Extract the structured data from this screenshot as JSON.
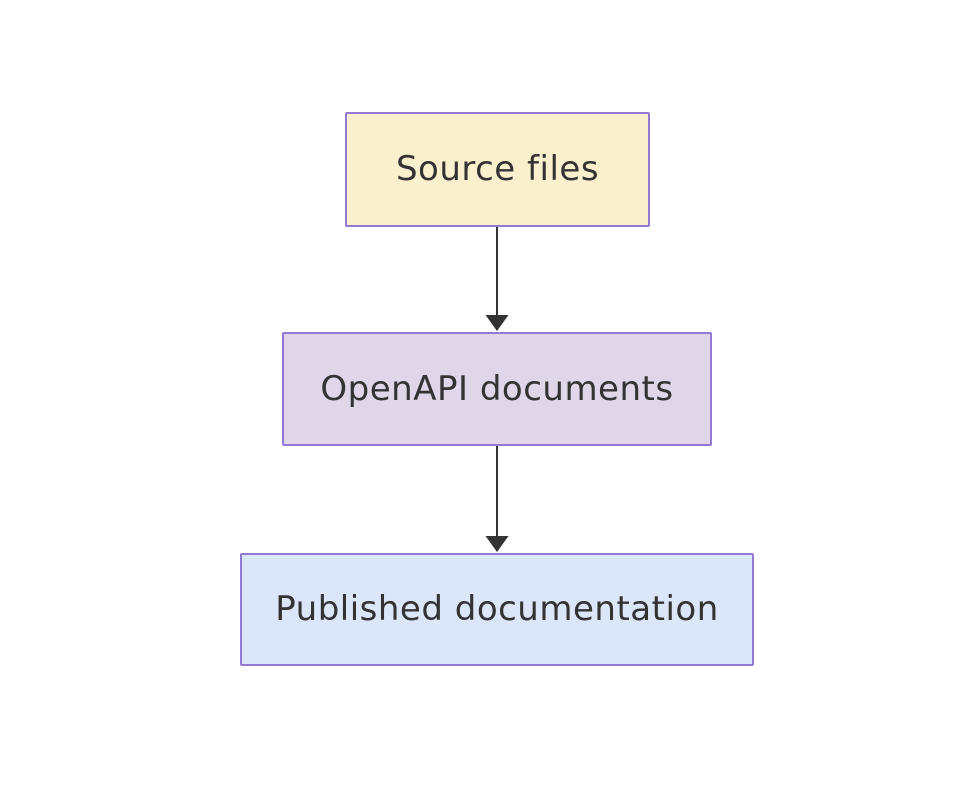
{
  "diagram": {
    "type": "flowchart",
    "direction": "top-down",
    "background_color": "#ffffff",
    "edge_color": "#333333",
    "node_border_color": "#9478d6",
    "node_text_color": "#333333",
    "nodes": [
      {
        "label": "Source files",
        "fill": "#faf0cd",
        "border_color": "#9478d6",
        "text_color": "#333333"
      },
      {
        "label": "OpenAPI documents",
        "fill": "#e0d6e9",
        "border_color": "#9478d6",
        "text_color": "#333333"
      },
      {
        "label": "Published documentation",
        "fill": "#dbe6f8",
        "border_color": "#9478d6",
        "text_color": "#333333"
      }
    ],
    "edges": [
      {
        "from": "Source files",
        "to": "OpenAPI documents"
      },
      {
        "from": "OpenAPI documents",
        "to": "Published documentation"
      }
    ]
  }
}
